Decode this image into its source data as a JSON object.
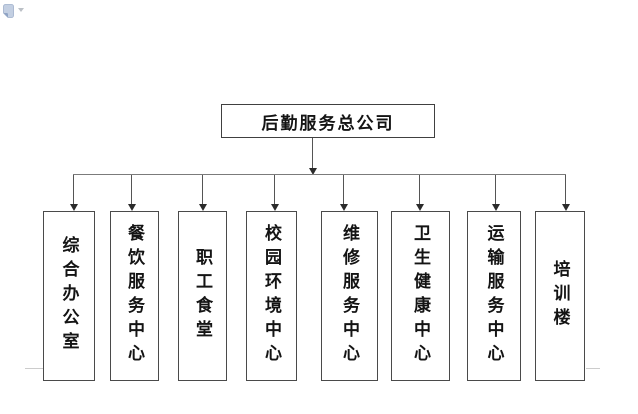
{
  "diagram": {
    "type": "org-chart",
    "root_label": "后勤服务总公司",
    "children": [
      {
        "label": "综合办公室"
      },
      {
        "label": "餐饮服务中心"
      },
      {
        "label": "职工食堂"
      },
      {
        "label": "校园环境中心"
      },
      {
        "label": "维修服务中心"
      },
      {
        "label": "卫生健康中心"
      },
      {
        "label": "运输服务中心"
      },
      {
        "label": "培训楼"
      }
    ]
  },
  "icons": {
    "document_icon": "document-icon",
    "caret_icon": "caret-down-icon"
  },
  "colors": {
    "background": "#ffffff",
    "box_border": "#4a4a4a",
    "text": "#141414",
    "connector_line": "#6e6e6e",
    "arrowhead": "#2b2b2b",
    "document_icon_fill": "#b9c6db",
    "page_edge_line": "#cccccc"
  }
}
